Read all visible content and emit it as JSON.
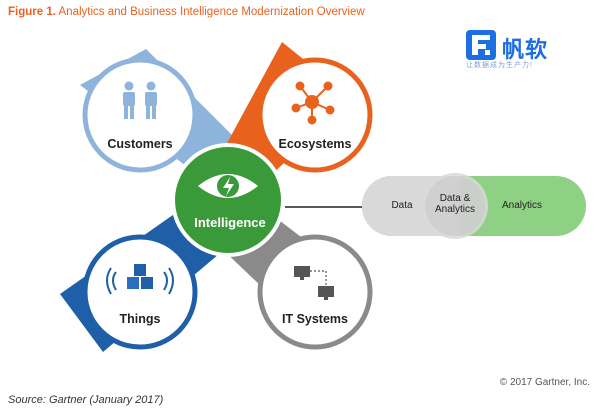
{
  "figure": {
    "label": "Figure 1.",
    "title": "Analytics and Business Intelligence Modernization Overview"
  },
  "logo": {
    "name": "帆软",
    "tagline": "让数据成为生产力!",
    "colors": {
      "brand": "#1c6fe0"
    }
  },
  "nodes": {
    "customers": "Customers",
    "ecosystems": "Ecosystems",
    "things": "Things",
    "it_systems": "IT Systems",
    "center": "Intelligence"
  },
  "pill": {
    "left": "Data",
    "middle_line1": "Data &",
    "middle_line2": "Analytics",
    "right": "Analytics"
  },
  "colors": {
    "customers_band": "#8fb4dc",
    "ecosystems_band": "#e8621d",
    "things_band": "#1f5fa8",
    "it_band": "#8a8a8a",
    "center": "#3a9a3a",
    "pill_gray": "#d9d9d9",
    "pill_green": "#8fd184"
  },
  "icons": {
    "customers": "people-icon",
    "ecosystems": "network-icon",
    "things": "cubes-icon",
    "it_systems": "connected-computers-icon",
    "center": "eye-lightning-icon"
  },
  "copyright": "© 2017 Gartner, Inc.",
  "source": "Source: Gartner (January 2017)"
}
